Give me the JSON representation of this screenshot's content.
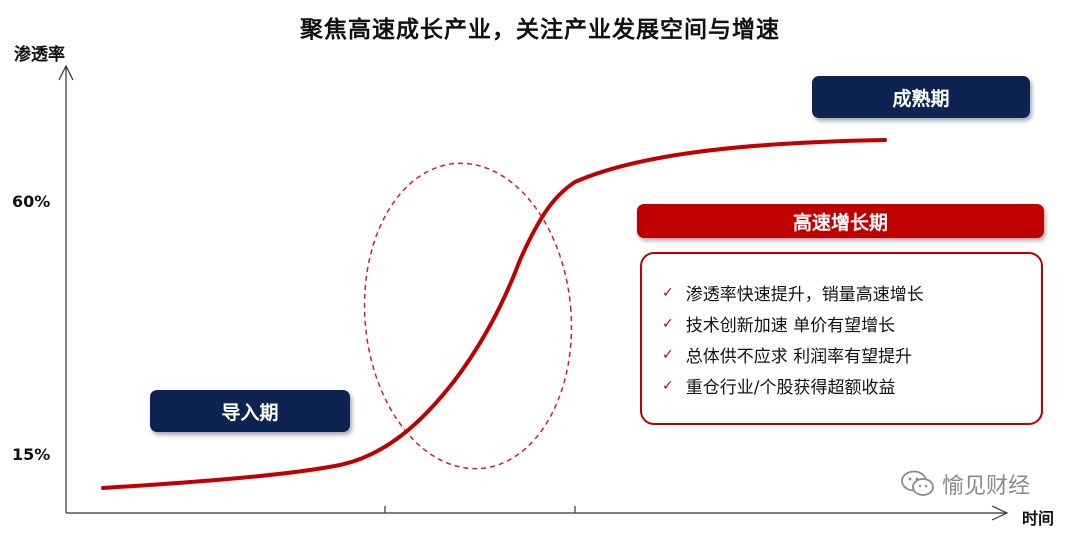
{
  "title": "聚焦高速成长产业，关注产业发展空间与增速",
  "axes": {
    "y_label": "渗透率",
    "x_label": "时间",
    "y_ticks": [
      "60%",
      "15%"
    ]
  },
  "stages": {
    "intro": "导入期",
    "growth": "高速增长期",
    "mature": "成熟期"
  },
  "growth_bullets": [
    "渗透率快速提升，销量高速增长",
    "技术创新加速 单价有望增长",
    "总体供不应求 利润率有望提升",
    "重仓行业/个股获得超额收益"
  ],
  "watermark": "愉见财经",
  "colors": {
    "curve": "#c00000",
    "navy": "#0d2453",
    "accent_red": "#c00000"
  }
}
